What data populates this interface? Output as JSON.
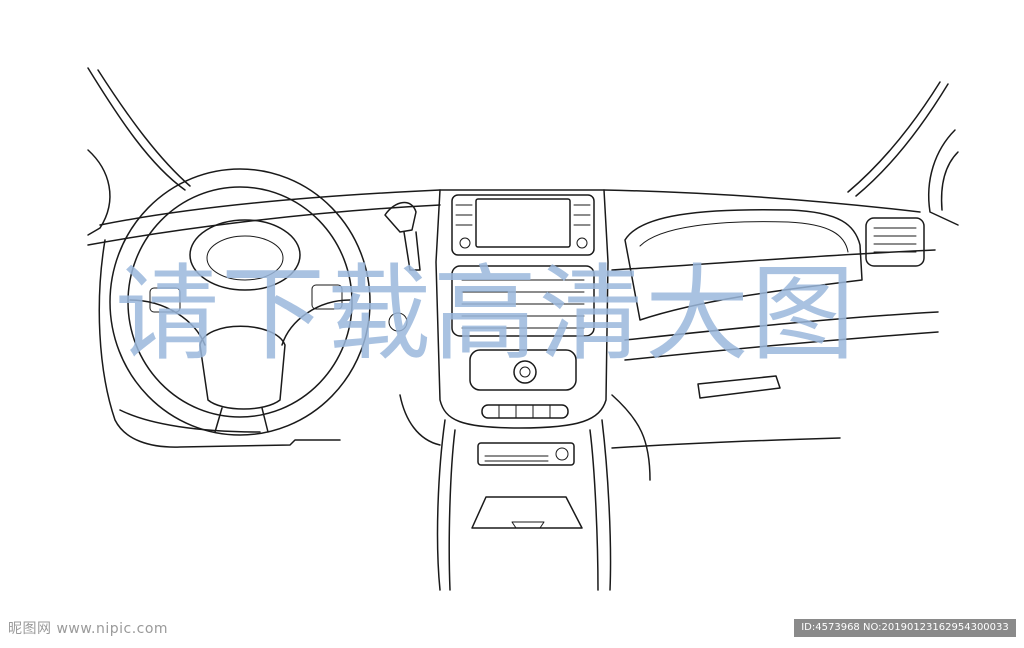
{
  "watermark": {
    "text": "请下载高清大图",
    "color": "#9bb8dc"
  },
  "footer": {
    "site_logo": "昵图网 www.nipic.com",
    "id_banner": "ID:4573968 NO:20190123162954300033"
  },
  "illustration": {
    "subject": "car-dashboard-line-drawing",
    "stroke_color": "#1a1a1a"
  }
}
